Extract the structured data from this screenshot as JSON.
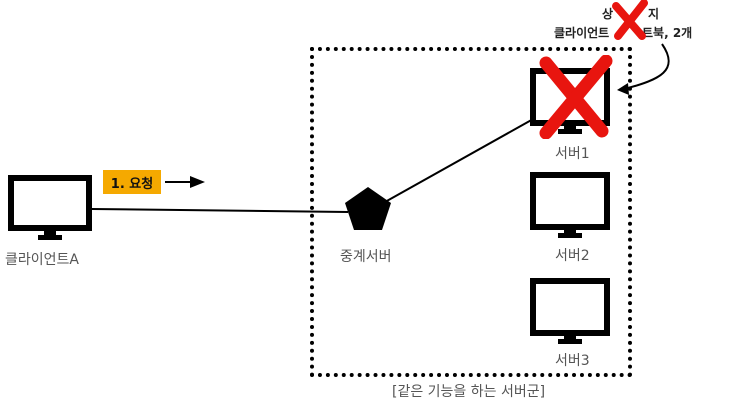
{
  "request_label": "1. 요청",
  "client_label": "클라이언트A",
  "proxy_label": "중계서버",
  "servers": [
    {
      "label": "서버1",
      "failed": true
    },
    {
      "label": "서버2",
      "failed": false
    },
    {
      "label": "서버3",
      "failed": false
    }
  ],
  "group_label": "[같은 기능을 하는 서버군]",
  "note": {
    "line1": "상",
    "line1b": "지",
    "line2": "클라이언트",
    "line2b": "트북, 2개"
  },
  "colors": {
    "badge": "#f5a900",
    "cross": "#e8150f",
    "stroke": "#000000"
  }
}
